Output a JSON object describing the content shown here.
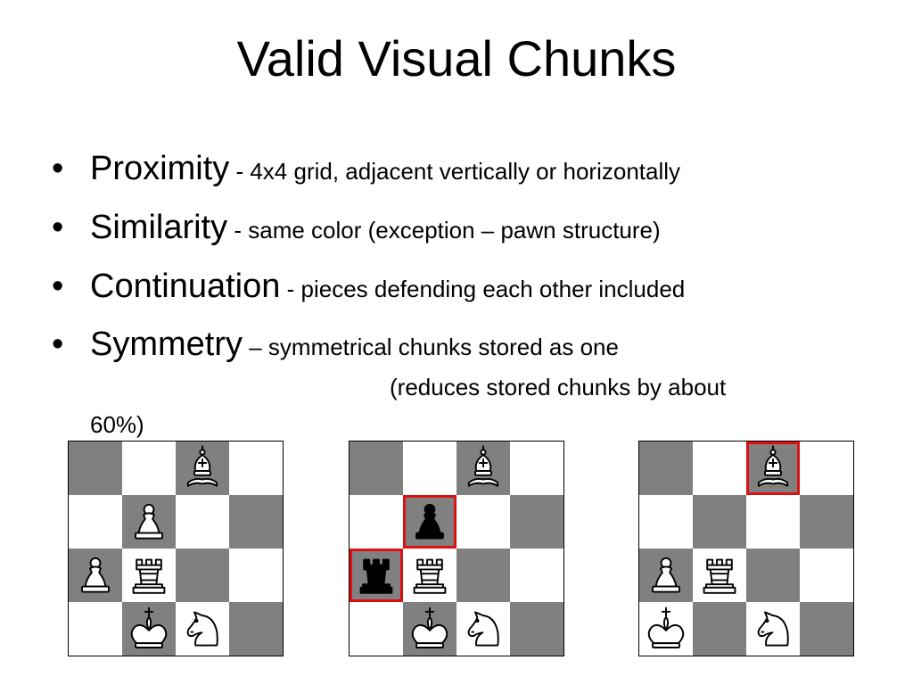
{
  "slide": {
    "title": "Valid Visual Chunks"
  },
  "bullets": [
    {
      "term": "Proximity",
      "desc": " - 4x4 grid, adjacent vertically or horizontally"
    },
    {
      "term": "Similarity",
      "desc": " - same color (exception – pawn structure)"
    },
    {
      "term": "Continuation",
      "desc": " - pieces defending each other included"
    },
    {
      "term": "Symmetry",
      "desc": " – symmetrical chunks stored as one",
      "cont1": "(reduces stored chunks by about",
      "cont2": "60%)"
    }
  ],
  "bullet_symbol": "•",
  "colors": {
    "dark_square": "#808080",
    "light_square": "#ffffff",
    "highlight": "#dd1111"
  },
  "boards": [
    {
      "pieces": [
        {
          "row": 0,
          "col": 2,
          "type": "bishop",
          "color": "white"
        },
        {
          "row": 1,
          "col": 1,
          "type": "pawn",
          "color": "white"
        },
        {
          "row": 2,
          "col": 0,
          "type": "pawn",
          "color": "white"
        },
        {
          "row": 2,
          "col": 1,
          "type": "rook",
          "color": "white"
        },
        {
          "row": 3,
          "col": 1,
          "type": "king",
          "color": "white"
        },
        {
          "row": 3,
          "col": 2,
          "type": "knight",
          "color": "white"
        }
      ],
      "highlights": []
    },
    {
      "pieces": [
        {
          "row": 0,
          "col": 2,
          "type": "bishop",
          "color": "white"
        },
        {
          "row": 1,
          "col": 1,
          "type": "pawn",
          "color": "black"
        },
        {
          "row": 2,
          "col": 0,
          "type": "rook",
          "color": "black"
        },
        {
          "row": 2,
          "col": 1,
          "type": "rook",
          "color": "white"
        },
        {
          "row": 3,
          "col": 1,
          "type": "king",
          "color": "white"
        },
        {
          "row": 3,
          "col": 2,
          "type": "knight",
          "color": "white"
        }
      ],
      "highlights": [
        {
          "row": 1,
          "col": 1
        },
        {
          "row": 2,
          "col": 0
        }
      ]
    },
    {
      "pieces": [
        {
          "row": 0,
          "col": 2,
          "type": "bishop",
          "color": "white"
        },
        {
          "row": 2,
          "col": 0,
          "type": "pawn",
          "color": "white"
        },
        {
          "row": 2,
          "col": 1,
          "type": "rook",
          "color": "white"
        },
        {
          "row": 3,
          "col": 0,
          "type": "king",
          "color": "white"
        },
        {
          "row": 3,
          "col": 2,
          "type": "knight",
          "color": "white"
        }
      ],
      "highlights": [
        {
          "row": 0,
          "col": 2
        }
      ]
    }
  ]
}
